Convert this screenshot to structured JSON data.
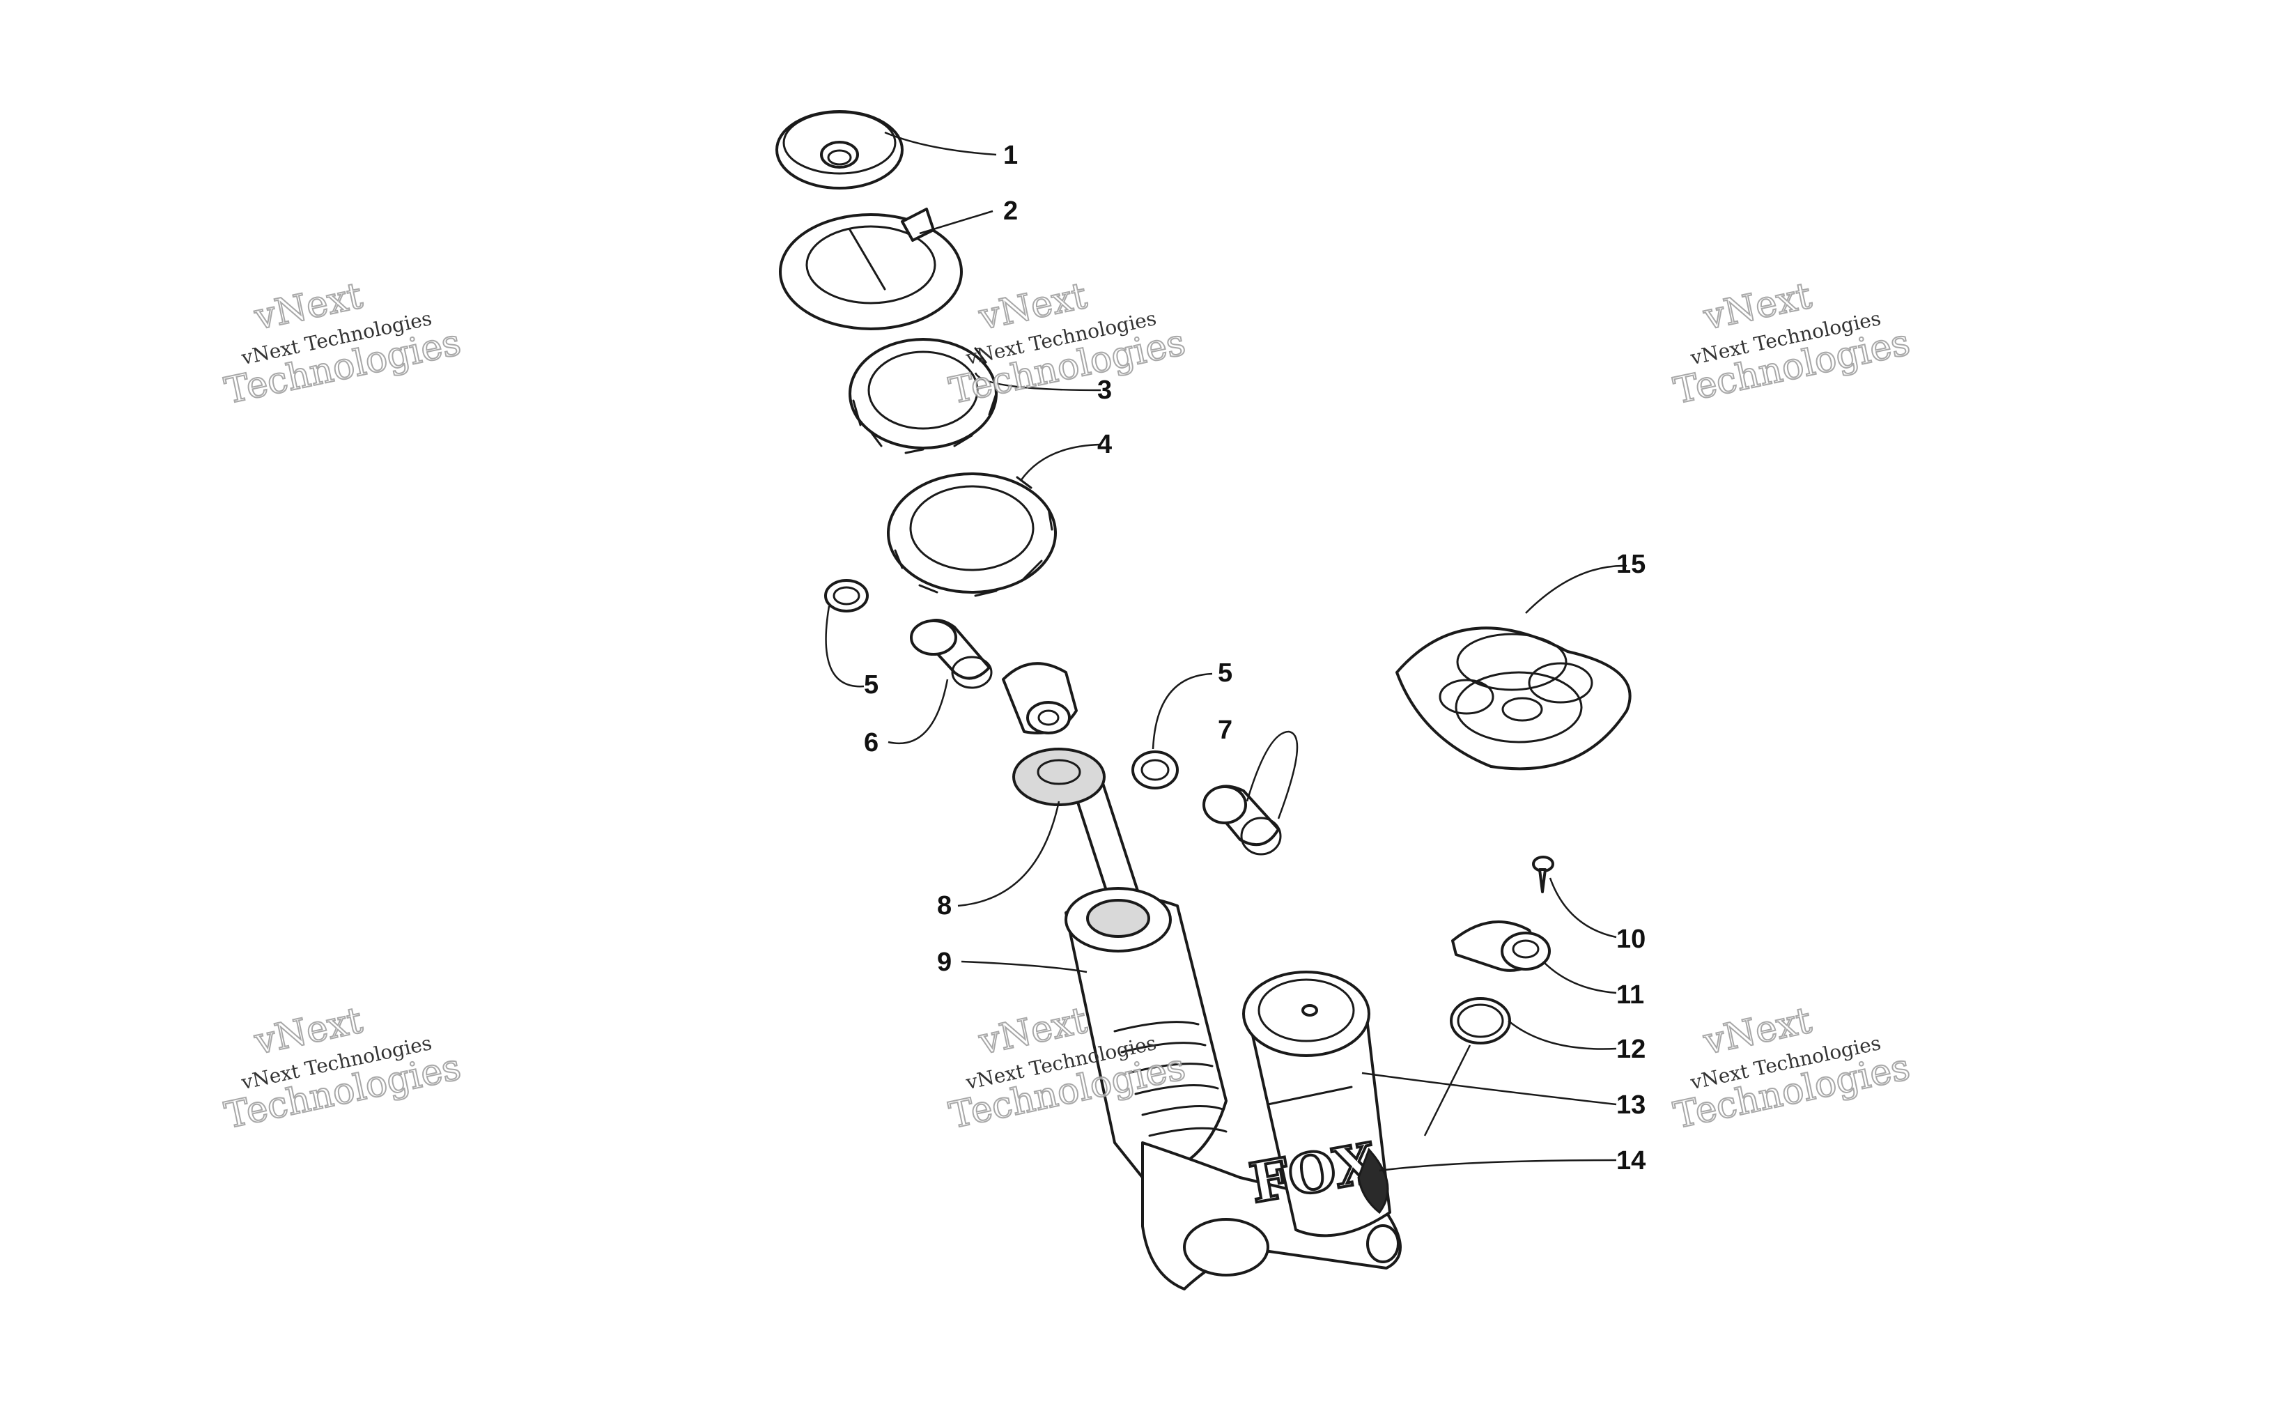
{
  "diagram": {
    "callouts": [
      {
        "id": "c1",
        "label": "1"
      },
      {
        "id": "c2",
        "label": "2"
      },
      {
        "id": "c3",
        "label": "3"
      },
      {
        "id": "c4",
        "label": "4"
      },
      {
        "id": "c5a",
        "label": "5"
      },
      {
        "id": "c6",
        "label": "6"
      },
      {
        "id": "c5b",
        "label": "5"
      },
      {
        "id": "c7",
        "label": "7"
      },
      {
        "id": "c8",
        "label": "8"
      },
      {
        "id": "c9",
        "label": "9"
      },
      {
        "id": "c10",
        "label": "10"
      },
      {
        "id": "c11",
        "label": "11"
      },
      {
        "id": "c12",
        "label": "12"
      },
      {
        "id": "c13",
        "label": "13"
      },
      {
        "id": "c14",
        "label": "14"
      },
      {
        "id": "c15",
        "label": "15"
      }
    ],
    "brand_logo_text": "FOX"
  },
  "watermark": {
    "line_top": "vNext",
    "line_mid": "vNext Technologies",
    "line_big": "Technologies"
  }
}
